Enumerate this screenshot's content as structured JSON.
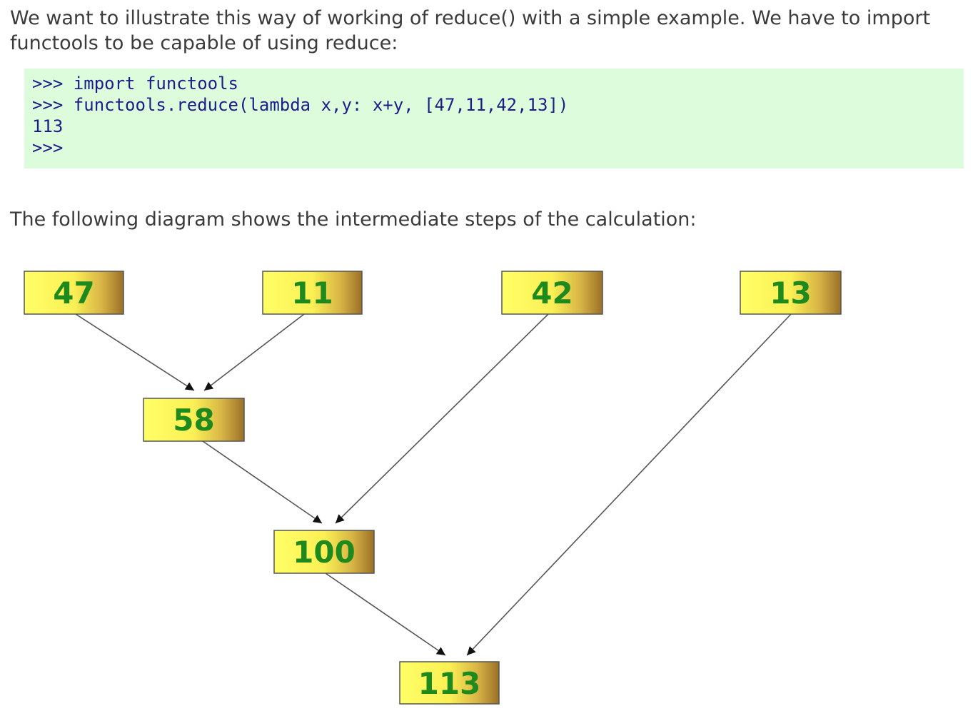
{
  "intro": {
    "text": "We want to illustrate this way of working of reduce() with a simple example. We have to import functools to be capable of using reduce:"
  },
  "code": {
    "lines": [
      ">>> import functools",
      ">>> functools.reduce(lambda x,y: x+y, [47,11,42,13])",
      "113",
      ">>>"
    ]
  },
  "caption": {
    "text": "The following diagram shows the intermediate steps of the calculation:"
  },
  "diagram": {
    "nodes": {
      "n47": "47",
      "n11": "11",
      "n42": "42",
      "n13": "13",
      "n58": "58",
      "n100": "100",
      "n113": "113"
    },
    "edges": [
      {
        "from": "n47",
        "to": "n58"
      },
      {
        "from": "n11",
        "to": "n58"
      },
      {
        "from": "n58",
        "to": "n100"
      },
      {
        "from": "n42",
        "to": "n100"
      },
      {
        "from": "n100",
        "to": "n113"
      },
      {
        "from": "n13",
        "to": "n113"
      }
    ],
    "colors": {
      "box_fill_light": "#ffff66",
      "box_fill_dark": "#a07828",
      "label": "#1e8a1e",
      "edge": "#555555"
    }
  }
}
